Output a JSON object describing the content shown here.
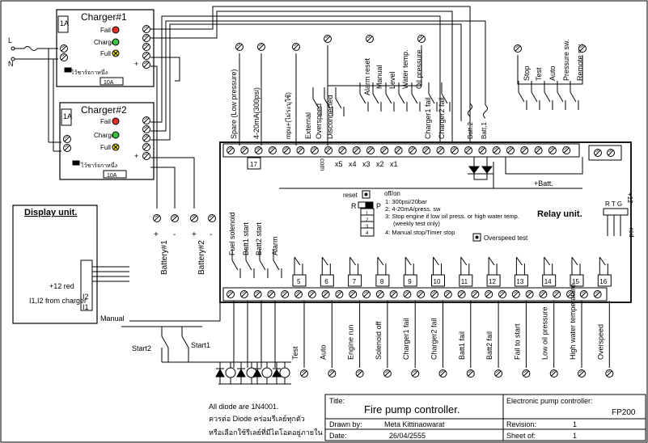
{
  "charger1": {
    "title": "Charger#1",
    "fail": "Fail",
    "charge": "Charge",
    "full": "Full",
    "fuse": "1A",
    "note": "ไว้ชาร์จกาหนึ่ง",
    "rating": "10A"
  },
  "charger2": {
    "title": "Charger#2",
    "fail": "Fail",
    "charge": "Charge",
    "full": "Full",
    "fuse": "1A",
    "note": "ไว้ชาร์จกาหนึ่ง",
    "rating": "10A"
  },
  "mains": {
    "line": "L",
    "neutral": "N"
  },
  "batteries": {
    "b1": "Battery#1",
    "b2": "Battery#2"
  },
  "display_unit": {
    "title": "Display unit.",
    "plus12": "+12 red",
    "inputs": "I1,I2 from charger",
    "i2": "I2",
    "i1": "I1"
  },
  "top_inputs": {
    "spare": "Spare (Low pressure)",
    "analog": "4-20mA(300psi)",
    "mpu": "mpu+(ไม่ระบุใช้)",
    "external": "External",
    "overspeed": "Overspeed",
    "disconnected": "Disconnected",
    "alarm_reset": "Alarm reset",
    "manual": "Manual",
    "level": "Level",
    "water_temp": "Water temp.",
    "oil_pressure": "Oil pressure",
    "charger1_fail": "Charger1 fail",
    "charger2_fail": "Charger2 fail",
    "batt2": "Batt.2",
    "batt1": "Batt.1",
    "stop": "Stop",
    "test": "Test",
    "auto": "Auto",
    "pressure_sw": "Pressure sw.",
    "remote_sw": "Remote sw."
  },
  "relay_unit": {
    "title": "Relay unit.",
    "x_labels": [
      "x5",
      "x4",
      "x3",
      "x2",
      "x1"
    ],
    "com": "com",
    "relay17": "17",
    "plus_batt": "+Batt.",
    "reset": "reset",
    "dip": {
      "r": "R",
      "p": "P",
      "heading": "off/on",
      "notes": [
        "1: 300psi/20bar",
        "2: 4-20mA/press. sw",
        "3: Stop engine if low oil press. or high water temp.",
        "(weekly test only)",
        "4: Manual stop/Timer stop"
      ]
    },
    "overspeed_test": "Overspeed test",
    "rtg": "R T G",
    "plus12": "+12",
    "red": "red"
  },
  "left_outputs": {
    "fuel_solenoid": "Fuel solenoid",
    "batt1_start": "Batt1 start",
    "batt2_start": "Batt2 start",
    "alarm": "Alarm"
  },
  "relays": {
    "numbers": [
      "5",
      "6",
      "7",
      "8",
      "9",
      "10",
      "11",
      "12",
      "13",
      "14",
      "15",
      "16"
    ],
    "labels": [
      "Test",
      "Auto",
      "Engine run",
      "Solenoid off",
      "Charger1 fail",
      "Charger2 fail",
      "Batt1 fail",
      "Batt2 fail",
      "Fail to start",
      "Low oil pressure",
      "High water temperature",
      "Overspeed"
    ]
  },
  "manual_start": {
    "manual": "Manual",
    "start2": "Start2",
    "start1": "Start1"
  },
  "diode_note": {
    "line1": "All diode are 1N4001.",
    "line2": "ควรต่อ Diode คร่อมรีเลย์ทุกตัว",
    "line3": "หรือเลือกใช้รีเลย์ที่มีไดโอดอยู่ภายใน"
  },
  "title_block": {
    "title_label": "Title:",
    "title": "Fire pump controller.",
    "drawn_label": "Drawn by:",
    "drawn": "Meta Kittinaowarat",
    "date_label": "Date:",
    "date": "26/04/2555",
    "desc_label": "Electronic pump controller:",
    "model": "FP200",
    "revision_label": "Revision:",
    "revision": "1",
    "sheet_label": "Sheet of:",
    "sheet": "1"
  }
}
